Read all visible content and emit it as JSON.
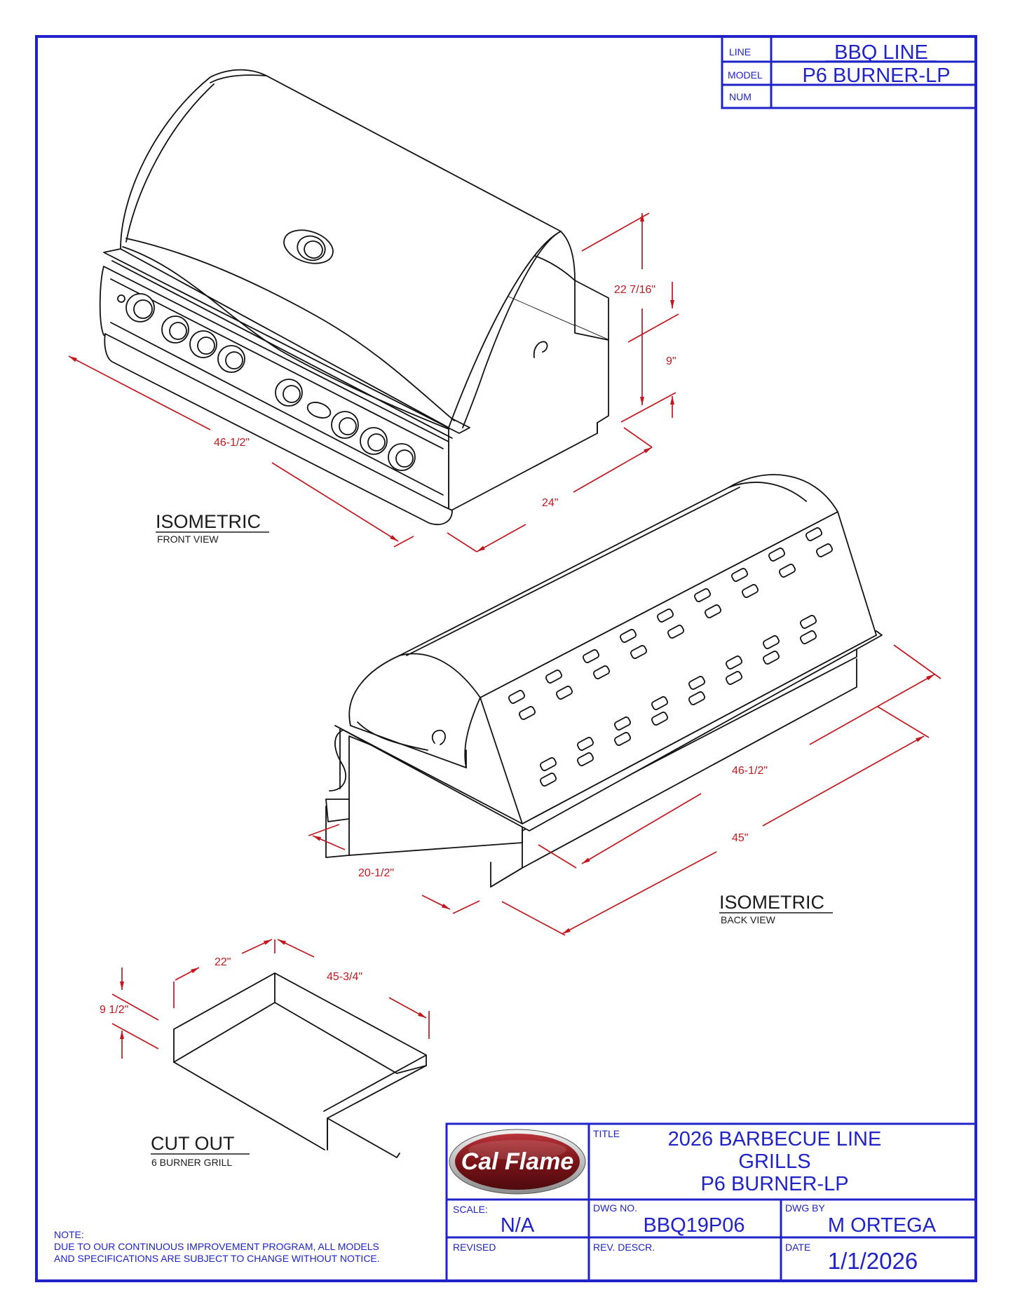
{
  "title_block_top": {
    "line_label": "LINE",
    "line_value": "BBQ LINE",
    "model_label": "MODEL",
    "model_value": "P6 BURNER-LP",
    "num_label": "NUM",
    "num_value": ""
  },
  "views": {
    "front": {
      "title": "ISOMETRIC",
      "subtitle": "FRONT VIEW"
    },
    "back": {
      "title": "ISOMETRIC",
      "subtitle": "BACK VIEW"
    },
    "cutout": {
      "title": "CUT OUT",
      "subtitle": "6 BURNER GRILL"
    }
  },
  "dimensions": {
    "front_height": "22 7/16\"",
    "front_lower_height": "9\"",
    "front_width": "46-1/2\"",
    "front_depth": "24\"",
    "back_width_top": "46-1/2\"",
    "back_width_bottom": "45\"",
    "back_depth": "20-1/2\"",
    "cutout_depth": "22\"",
    "cutout_width": "45-3/4\"",
    "cutout_height": "9 1/2\""
  },
  "note": {
    "heading": "NOTE:",
    "line1": "DUE TO OUR CONTINUOUS IMPROVEMENT PROGRAM, ALL MODELS",
    "line2": "AND SPECIFICATIONS ARE SUBJECT TO CHANGE WITHOUT NOTICE."
  },
  "title_block": {
    "logo_text": "Cal Flame",
    "title_label": "TITLE",
    "title_line1": "2026 BARBECUE LINE",
    "title_line2": "GRILLS",
    "title_line3": "P6 BURNER-LP",
    "scale_label": "SCALE:",
    "scale_value": "N/A",
    "dwg_no_label": "DWG NO.",
    "dwg_no_value": "BBQ19P06",
    "dwg_by_label": "DWG BY",
    "dwg_by_value": "M ORTEGA",
    "revised_label": "REVISED",
    "rev_descr_label": "REV. DESCR.",
    "date_label": "DATE",
    "date_value": "1/1/2026"
  },
  "colors": {
    "frame": "#1f23c8",
    "dimension": "#c0181c",
    "logo": "#7a1418"
  }
}
